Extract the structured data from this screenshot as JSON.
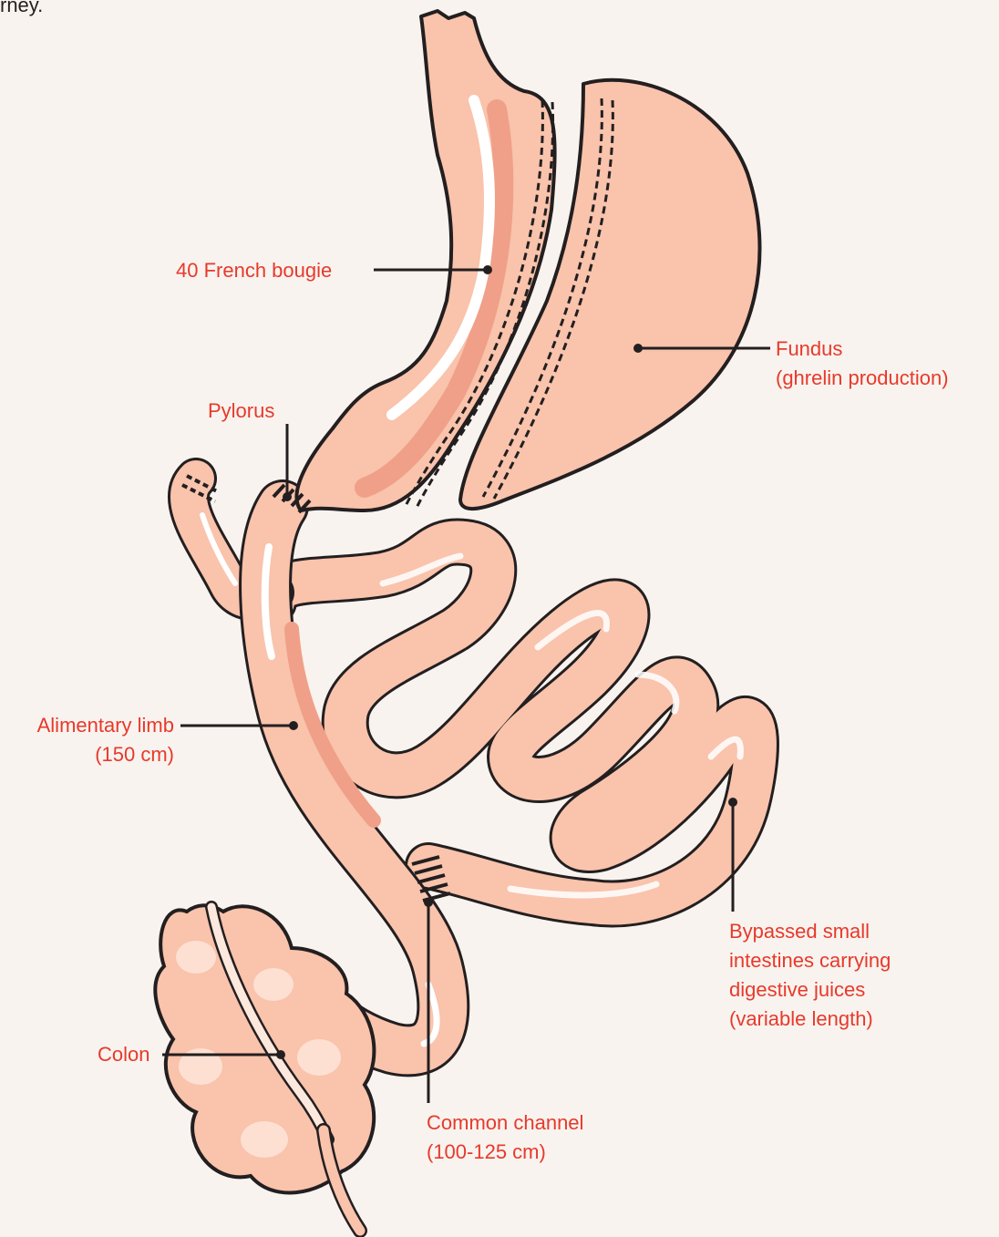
{
  "header_fragment": "rney.",
  "colors": {
    "background": "#f8f3ee",
    "label_text": "#e8392c",
    "tissue_fill": "#f9c3ac",
    "tissue_shadow": "#f0a088",
    "tissue_highlight": "#ffffff",
    "outline": "#231f20"
  },
  "labels": {
    "bougie": "40 French bougie",
    "fundus_1": "Fundus",
    "fundus_2": "(ghrelin production)",
    "pylorus": "Pylorus",
    "alimentary_1": "Alimentary limb",
    "alimentary_2": "(150 cm)",
    "bypassed_1": "Bypassed small",
    "bypassed_2": "intestines carrying",
    "bypassed_3": "digestive juices",
    "bypassed_4": "(variable length)",
    "colon": "Colon",
    "common_1": "Common channel",
    "common_2": "(100-125 cm)"
  }
}
